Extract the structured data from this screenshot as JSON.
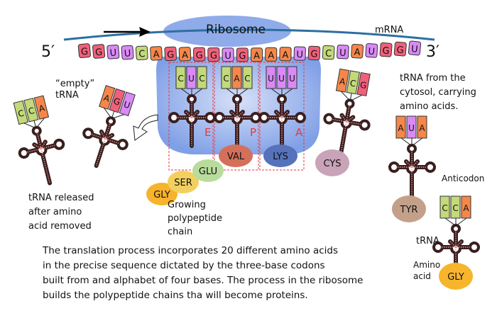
{
  "colors": {
    "G": "#f0607a",
    "U": "#d98af5",
    "C": "#c3d97a",
    "A": "#f5874a",
    "ribosome": "#7f9fe6",
    "mrna_strand": "#2d6fa0",
    "site_label": "#e8383c"
  },
  "ribosome_label": "Ribosome",
  "mrna_label": "mRNA",
  "five_prime": "5′",
  "three_prime": "3′",
  "mrna_sequence": [
    "G",
    "G",
    "U",
    "U",
    "C",
    "A",
    "G",
    "A",
    "G",
    "G",
    "U",
    "G",
    "A",
    "A",
    "A",
    "U",
    "G",
    "C",
    "U",
    "A",
    "U",
    "G",
    "G",
    "U"
  ],
  "sites": [
    {
      "label": "E",
      "anticodon": [
        "C",
        "U",
        "C"
      ]
    },
    {
      "label": "P",
      "anticodon": [
        "C",
        "A",
        "C"
      ],
      "amino_acid": "VAL",
      "amino_color": "#d4705a"
    },
    {
      "label": "A",
      "anticodon": [
        "U",
        "U",
        "U"
      ],
      "amino_acid": "LYS",
      "amino_color": "#5572bb"
    }
  ],
  "polypeptide": [
    {
      "name": "GLY",
      "color": "#f7b32b"
    },
    {
      "name": "SER",
      "color": "#f2d060"
    },
    {
      "name": "GLU",
      "color": "#b9dc9c"
    }
  ],
  "free_trnas": [
    {
      "id": "released",
      "anticodon": [
        "C",
        "C",
        "A"
      ]
    },
    {
      "id": "empty",
      "anticodon": [
        "A",
        "G",
        "U"
      ]
    },
    {
      "id": "cys",
      "anticodon": [
        "A",
        "C",
        "G"
      ],
      "amino_acid": "CYS",
      "amino_color": "#c9a3b8"
    },
    {
      "id": "tyr",
      "anticodon": [
        "A",
        "U",
        "A"
      ],
      "amino_acid": "TYR",
      "amino_color": "#c4a08a"
    },
    {
      "id": "gly",
      "anticodon": [
        "C",
        "C",
        "A"
      ],
      "amino_acid": "GLY",
      "amino_color": "#f7b52b"
    }
  ],
  "labels": {
    "empty_trna": "“empty”\ntRNA",
    "released": "tRNA released\nafter amino\nacid removed",
    "growing": "Growing\npolypeptide\nchain",
    "cytosol": "tRNA from the\ncytosol, carrying\namino acids.",
    "anticodon": "Anticodon",
    "trna": "tRNA",
    "amino_acid": "Amino\nacid"
  },
  "caption": [
    "The translation process incorporates 20 different amino acids",
    "in the precise sequence dictated by the three-base codons",
    "built from and alphabet of four bases. The process in the ribosome",
    "builds the polypeptide chains tha will become proteins."
  ]
}
